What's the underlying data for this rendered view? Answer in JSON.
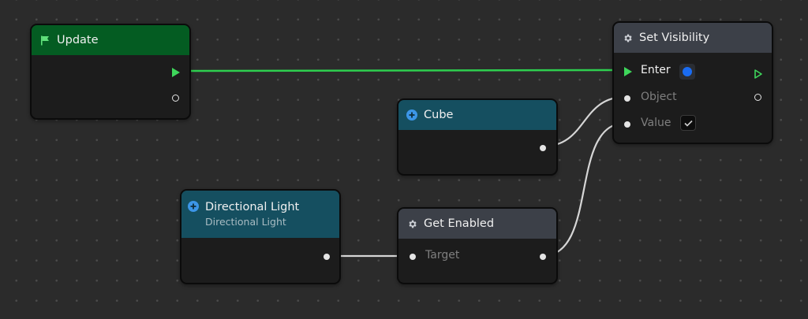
{
  "canvas": {
    "background": "#2b2b2b",
    "grid_dot_color": "#4a4a4a"
  },
  "colors": {
    "flow_wire": "#2ecf4f",
    "data_wire": "#d6d6d6",
    "update_header": "#045c22",
    "object_header": "#154f60",
    "function_header": "#3c4048",
    "color_value": "#1a6cf2"
  },
  "nodes": {
    "update": {
      "title": "Update",
      "icon": "flag-icon"
    },
    "set_visibility": {
      "title": "Set Visibility",
      "icon": "gear-icon",
      "inputs": {
        "enter": "Enter",
        "object": "Object",
        "value": "Value"
      },
      "value_checked": true
    },
    "cube": {
      "title": "Cube",
      "icon": "plus-circle-icon"
    },
    "directional_light": {
      "title": "Directional Light",
      "subtitle": "Directional Light",
      "icon": "plus-circle-icon"
    },
    "get_enabled": {
      "title": "Get Enabled",
      "icon": "gear-icon",
      "inputs": {
        "target": "Target"
      }
    }
  },
  "connections": [
    {
      "from": "Update.flow-out",
      "to": "Set Visibility.Enter",
      "kind": "flow"
    },
    {
      "from": "Cube.out",
      "to": "Set Visibility.Object",
      "kind": "data"
    },
    {
      "from": "Directional Light.out",
      "to": "Get Enabled.Target",
      "kind": "data"
    },
    {
      "from": "Get Enabled.out",
      "to": "Set Visibility.Value",
      "kind": "data"
    }
  ]
}
